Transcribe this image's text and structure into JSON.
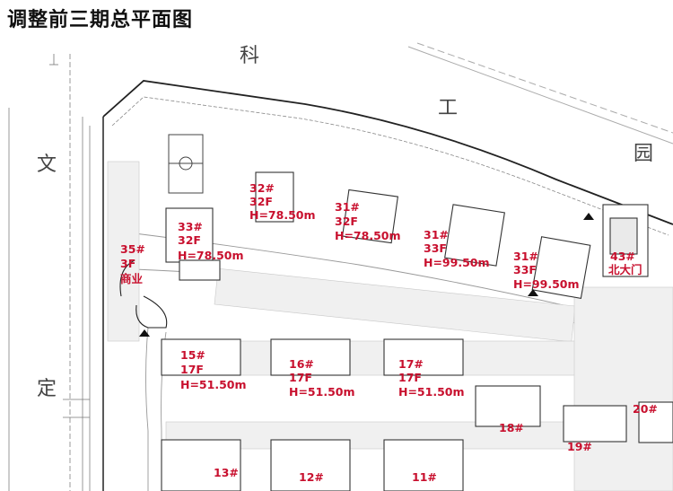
{
  "page_title": "调整前三期总平面图",
  "street_labels": [
    "科",
    "工",
    "园",
    "文",
    "定"
  ],
  "colors": {
    "label_red": "#c8102e",
    "linework": "#333333",
    "light_line": "#b9b9b9"
  },
  "buildings": [
    {
      "id": "32#",
      "floors": "32F",
      "height": "H=78.50m"
    },
    {
      "id": "33#",
      "floors": "32F",
      "height": "H=78.50m"
    },
    {
      "id": "35#",
      "floors": "3F",
      "height": "商业"
    },
    {
      "id": "31#",
      "floors": "32F",
      "height": "H=78.50m"
    },
    {
      "id": "31#",
      "floors": "33F",
      "height": "H=99.50m"
    },
    {
      "id": "31#",
      "floors": "33F",
      "height": "H=99.50m"
    },
    {
      "id": "43#",
      "floors": "北大门",
      "height": ""
    },
    {
      "id": "15#",
      "floors": "17F",
      "height": "H=51.50m"
    },
    {
      "id": "16#",
      "floors": "17F",
      "height": "H=51.50m"
    },
    {
      "id": "17#",
      "floors": "17F",
      "height": "H=51.50m"
    },
    {
      "id": "20#",
      "floors": "",
      "height": ""
    },
    {
      "id": "18#",
      "floors": "",
      "height": ""
    },
    {
      "id": "19#",
      "floors": "",
      "height": ""
    },
    {
      "id": "13#",
      "floors": "",
      "height": ""
    },
    {
      "id": "12#",
      "floors": "",
      "height": ""
    },
    {
      "id": "11#",
      "floors": "",
      "height": ""
    }
  ]
}
